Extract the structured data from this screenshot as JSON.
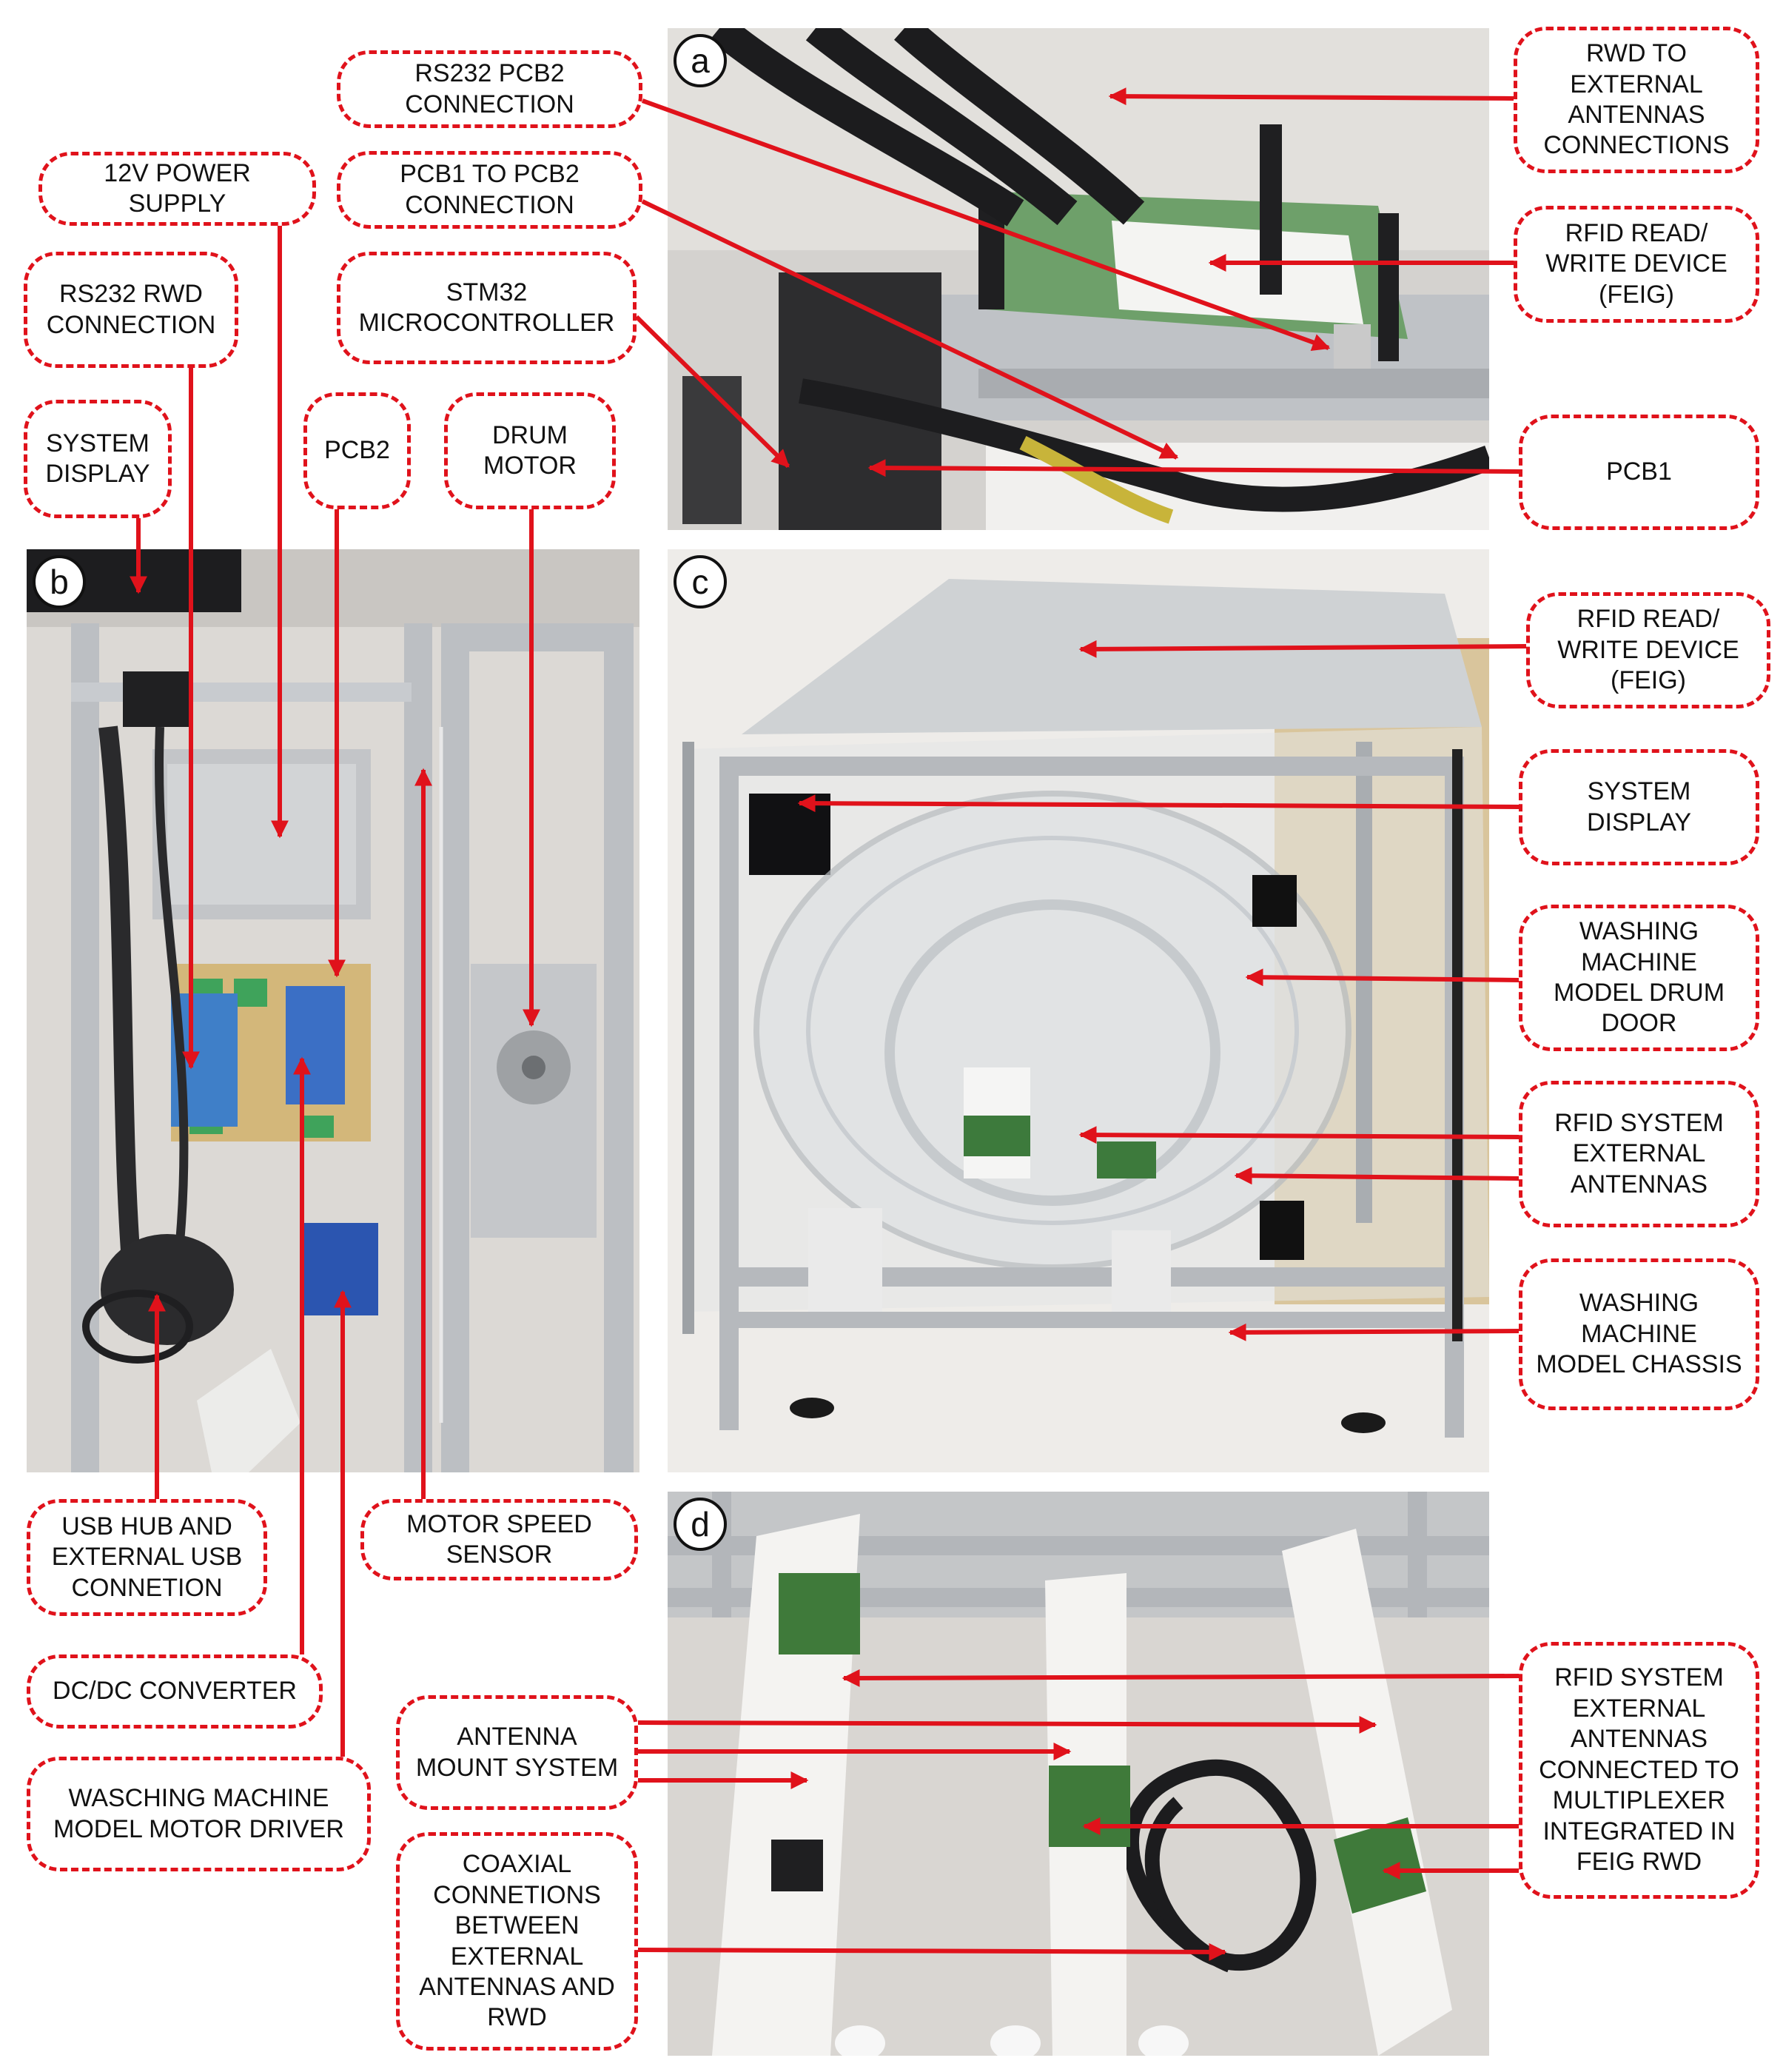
{
  "panels": {
    "a": {
      "tag": "a"
    },
    "b": {
      "tag": "b"
    },
    "c": {
      "tag": "c"
    },
    "d": {
      "tag": "d"
    }
  },
  "labels": {
    "rwd_to_external_antennas": "RWD TO\nEXTERNAL\nANTENNAS\nCONNECTIONS",
    "rfid_rwd_a": "RFID READ/\nWRITE DEVICE\n(FEIG)",
    "pcb1": "PCB1",
    "rs232_pcb2": "RS232 PCB2\nCONNECTION",
    "pcb1_to_pcb2": "PCB1 TO PCB2\nCONNECTION",
    "stm32": "STM32\nMICROCONTROLLER",
    "power_supply": "12V POWER\nSUPPLY",
    "rs232_rwd": "RS232 RWD\nCONNECTION",
    "system_display_b": "SYSTEM\nDISPLAY",
    "pcb2": "PCB2",
    "drum_motor": "DRUM\nMOTOR",
    "usb_hub": "USB HUB AND\nEXTERNAL USB\nCONNETION",
    "motor_speed_sensor": "MOTOR SPEED\nSENSOR",
    "dc_dc": "DC/DC CONVERTER",
    "motor_driver": "WASCHING MACHINE\nMODEL MOTOR DRIVER",
    "rfid_rwd_c": "RFID READ/\nWRITE DEVICE\n(FEIG)",
    "system_display_c": "SYSTEM\nDISPLAY",
    "drum_door": "WASHING\nMACHINE\nMODEL DRUM\nDOOR",
    "external_antennas_c": "RFID SYSTEM\nEXTERNAL\nANTENNAS",
    "chassis": "WASHING\nMACHINE\nMODEL CHASSIS",
    "antenna_mount": "ANTENNA\nMOUNT SYSTEM",
    "coaxial": "COAXIAL\nCONNETIONS\nBETWEEN\nEXTERNAL\nANTENNAS AND\nRWD",
    "external_antennas_d": "RFID SYSTEM\nEXTERNAL\nANTENNAS\nCONNECTED TO\nMULTIPLEXER\nINTEGRATED IN\nFEIG RWD"
  },
  "colors": {
    "annotation": "#e0121b",
    "frame": "#b9bcc0",
    "pcb_green": "#3f7a3a",
    "backdrop": "#e9e6e2"
  }
}
